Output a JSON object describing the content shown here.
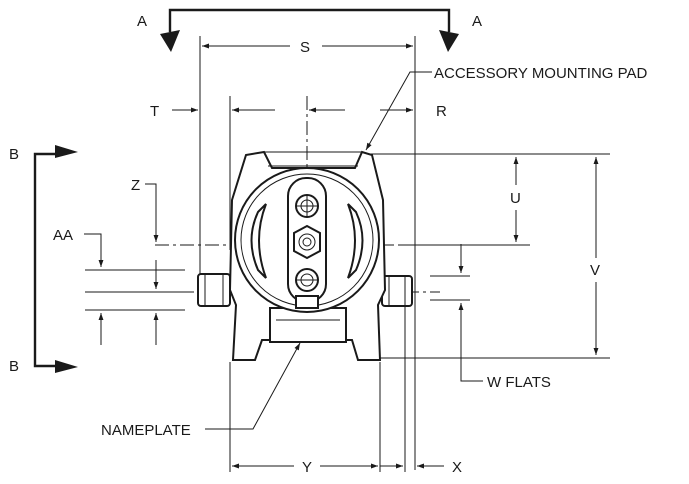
{
  "labels": {
    "section_a_left": "A",
    "section_a_right": "A",
    "section_b_top": "B",
    "section_b_bottom": "B",
    "dim_s": "S",
    "dim_t": "T",
    "dim_r": "R",
    "dim_z": "Z",
    "dim_u": "U",
    "dim_v": "V",
    "dim_aa": "AA",
    "dim_w_flats": "W FLATS",
    "dim_y": "Y",
    "dim_x": "X",
    "accessory_mounting_pad": "ACCESSORY MOUNTING PAD",
    "nameplate": "NAMEPLATE"
  }
}
